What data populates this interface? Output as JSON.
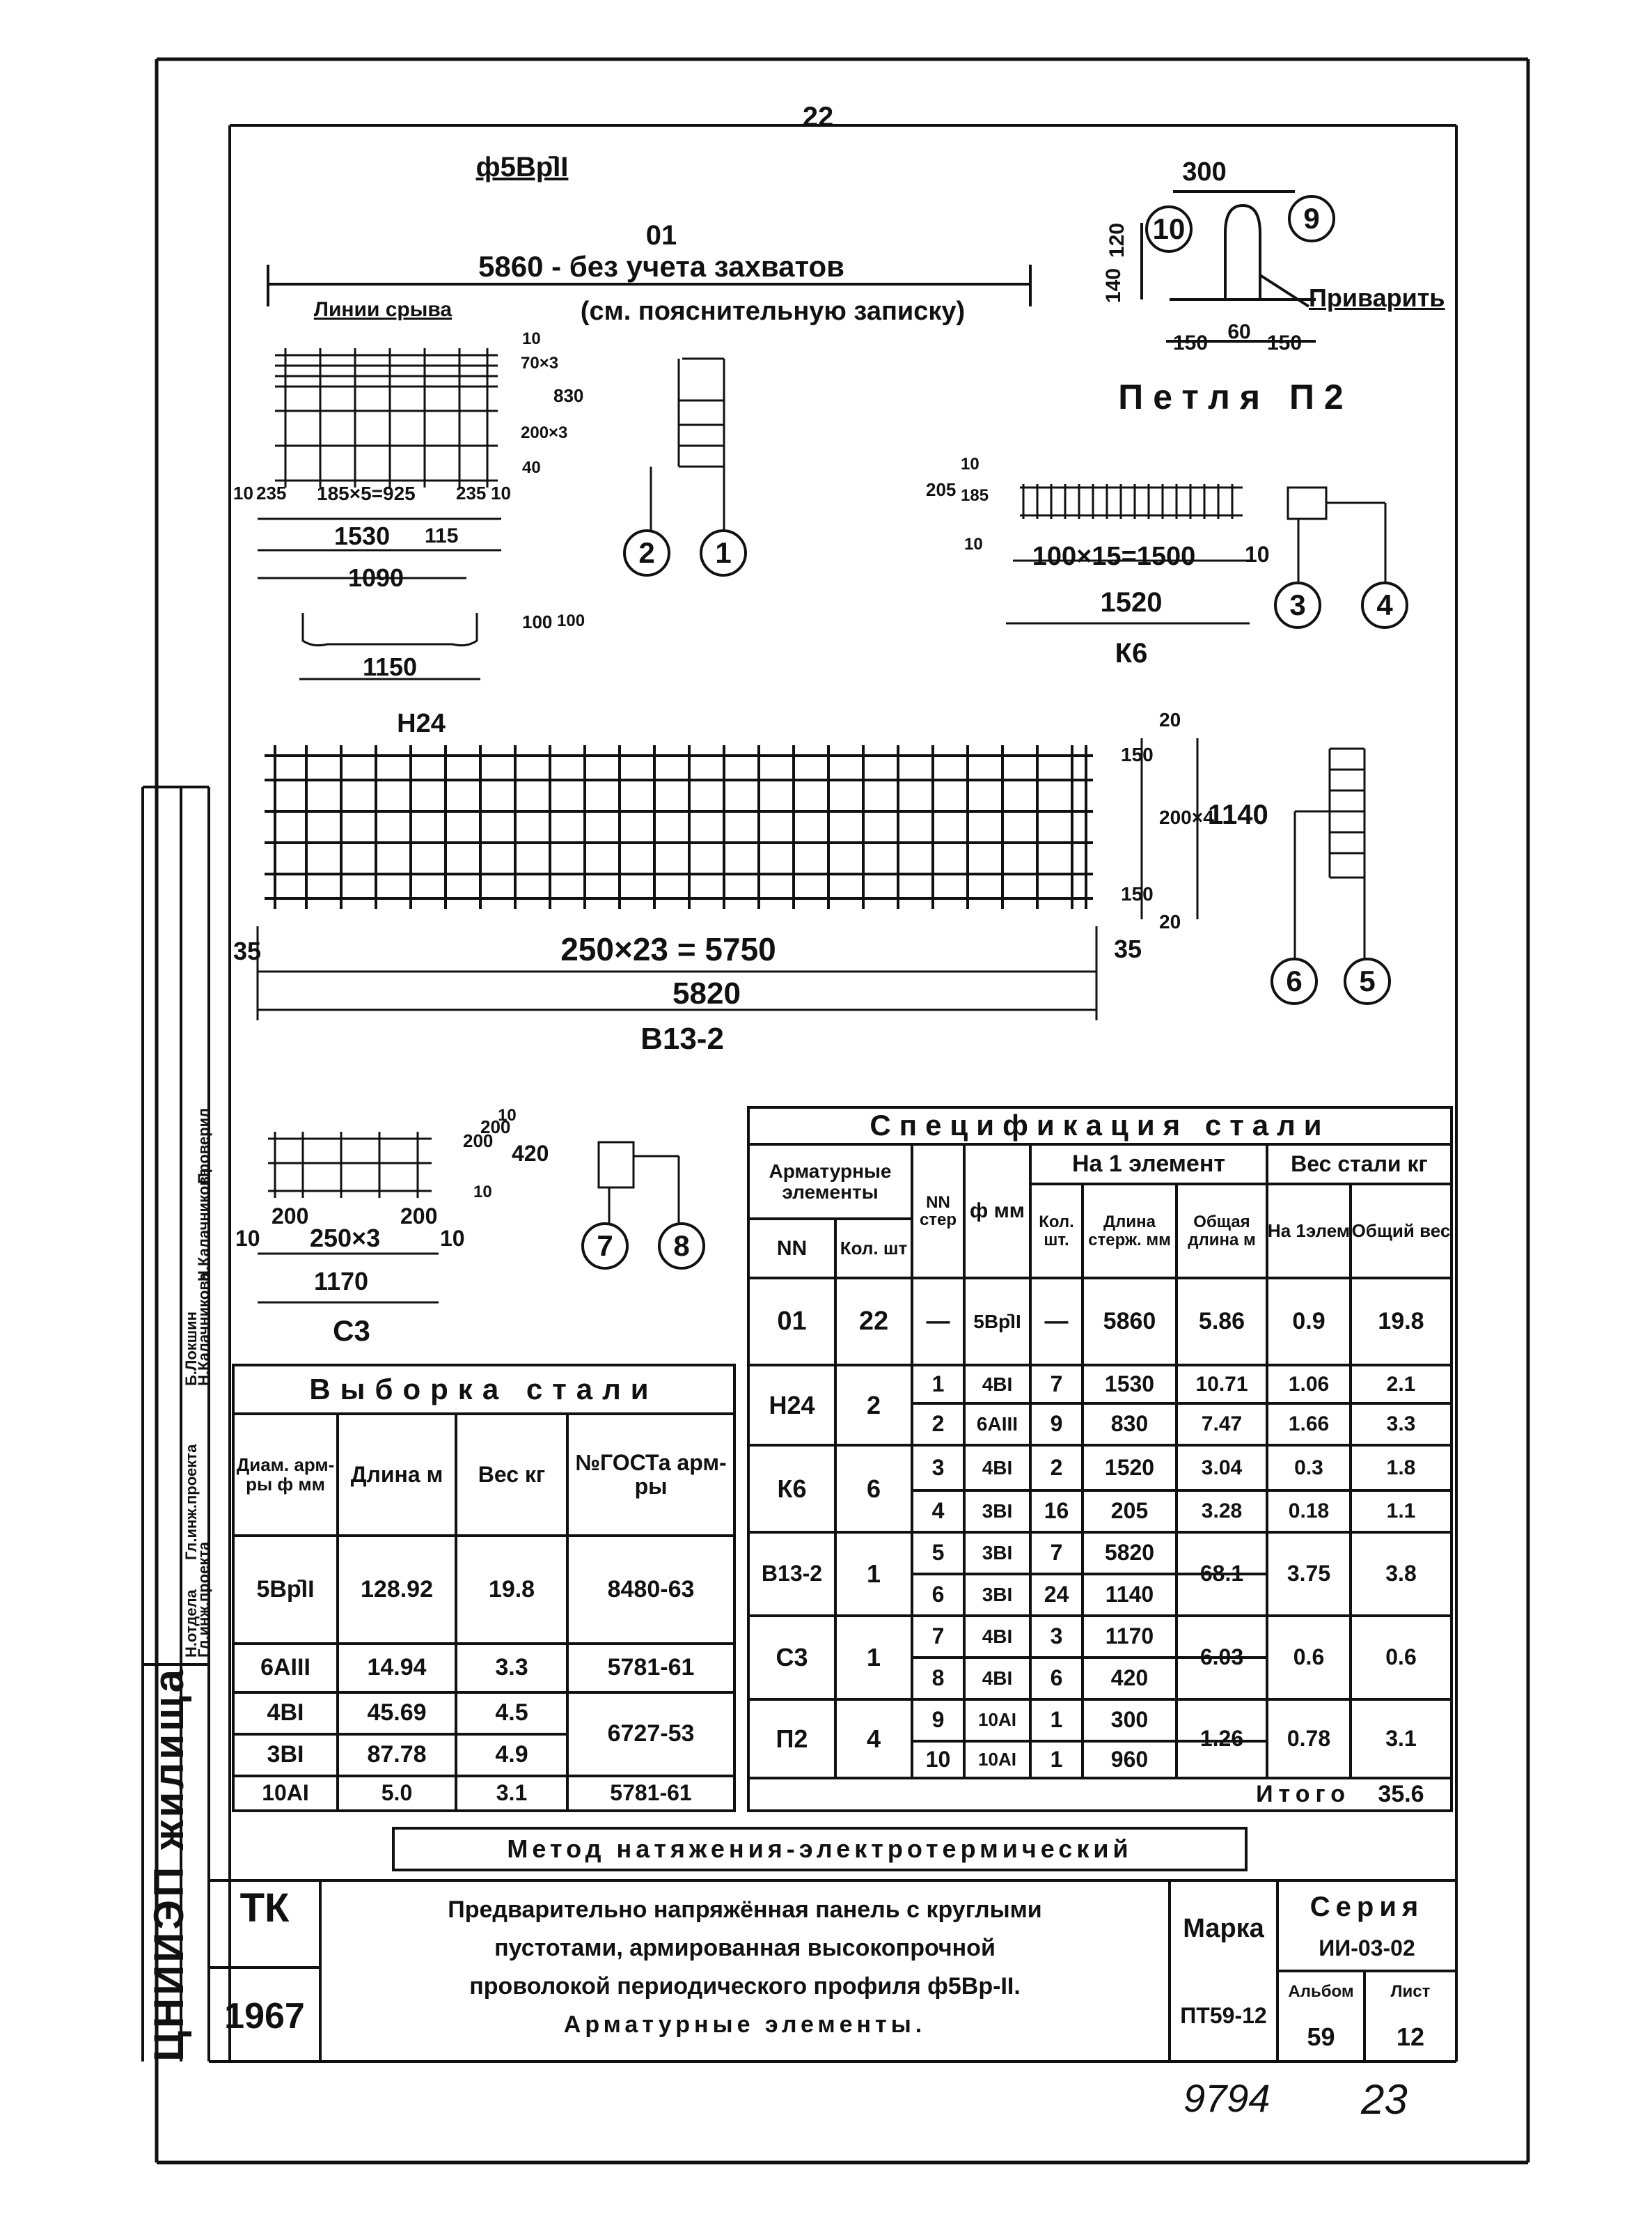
{
  "page": {
    "top_number": "22",
    "handwritten_number": "9794",
    "handwritten_page": "23"
  },
  "drawings": {
    "bar_spec": "ф5Вр̄II",
    "element_01": "01",
    "element_01_length": "5860 - без учета захватов",
    "element_01_note": "(см. пояснительную записку)",
    "cut_lines": "Линии срыва",
    "loop_title": "Петля П2",
    "loop_dims": [
      "300",
      "120",
      "140",
      "150",
      "60",
      "150"
    ],
    "loop_weld": "Приварить",
    "n24_title": "Н24",
    "n24_dims": [
      "10",
      "235",
      "185×5=925",
      "235",
      "10",
      "1530",
      "115",
      "1090",
      "1150",
      "100",
      "40",
      "200×3",
      "70×3",
      "10",
      "830",
      "100"
    ],
    "k6_title": "К6",
    "k6_dims": [
      "205",
      "10",
      "185",
      "10",
      "100×15=1500",
      "10",
      "1520"
    ],
    "b13_title": "В13-2",
    "b13_dims": [
      "35",
      "250×23 = 5750",
      "35",
      "5820",
      "150",
      "20",
      "200×4",
      "1140",
      "150",
      "20"
    ],
    "c3_title": "С3",
    "c3_dims": [
      "10",
      "200",
      "250×3",
      "200",
      "10",
      "1170",
      "200",
      "200",
      "420",
      "10",
      "10"
    ],
    "callouts": [
      "10",
      "9",
      "2",
      "1",
      "3",
      "4",
      "6",
      "5",
      "7",
      "8"
    ]
  },
  "sample_table": {
    "title": "Выборка стали",
    "headers": [
      "Диам. арм-ры ф мм",
      "Длина м",
      "Вес кг",
      "№ГОСТа арм-ры"
    ],
    "rows": [
      [
        "5Вр̄II",
        "128.92",
        "19.8",
        "8480-63"
      ],
      [
        "6АIII",
        "14.94",
        "3.3",
        "5781-61"
      ],
      [
        "4ВI",
        "45.69",
        "4.5",
        "6727-53"
      ],
      [
        "3ВI",
        "87.78",
        "4.9",
        ""
      ],
      [
        "10АI",
        "5.0",
        "3.1",
        "5781-61"
      ]
    ]
  },
  "spec_table": {
    "title": "Спецификация стали",
    "head_elements": "Арматурные элементы",
    "head_nn": "NN",
    "head_qty": "Кол. шт",
    "head_nn_bar": "NN стер",
    "head_dia": "ф мм",
    "head_per_element": "На 1 элемент",
    "head_count": "Кол. шт.",
    "head_bar_length": "Длина стерж. мм",
    "head_total_length": "Общая длина м",
    "head_weight": "Вес стали кг",
    "head_weight_one": "На 1элем",
    "head_weight_total": "Общий вес",
    "groups": [
      {
        "mark": "01",
        "qty": "22",
        "length_m": "5.86",
        "weight_one": "0.9",
        "weight_total": "19.8",
        "bars": [
          {
            "n": "—",
            "dia": "5Вр̄II",
            "count": "—",
            "len": "5860"
          }
        ]
      },
      {
        "mark": "Н24",
        "qty": "2",
        "length_m": "",
        "weight_one": "",
        "weight_total": "",
        "bars": [
          {
            "n": "1",
            "dia": "4ВI",
            "count": "7",
            "len": "1530",
            "tl": "10.71",
            "wo": "1.06",
            "wt": "2.1"
          },
          {
            "n": "2",
            "dia": "6АIII",
            "count": "9",
            "len": "830",
            "tl": "7.47",
            "wo": "1.66",
            "wt": "3.3"
          }
        ]
      },
      {
        "mark": "К6",
        "qty": "6",
        "length_m": "",
        "weight_one": "",
        "weight_total": "",
        "bars": [
          {
            "n": "3",
            "dia": "4ВI",
            "count": "2",
            "len": "1520",
            "tl": "3.04",
            "wo": "0.3",
            "wt": "1.8"
          },
          {
            "n": "4",
            "dia": "3ВI",
            "count": "16",
            "len": "205",
            "tl": "3.28",
            "wo": "0.18",
            "wt": "1.1"
          }
        ]
      },
      {
        "mark": "В13-2",
        "qty": "1",
        "length_m": "68.1",
        "weight_one": "3.75",
        "weight_total": "3.8",
        "bars": [
          {
            "n": "5",
            "dia": "3ВI",
            "count": "7",
            "len": "5820"
          },
          {
            "n": "6",
            "dia": "3ВI",
            "count": "24",
            "len": "1140"
          }
        ]
      },
      {
        "mark": "С3",
        "qty": "1",
        "length_m": "6.03",
        "weight_one": "0.6",
        "weight_total": "0.6",
        "bars": [
          {
            "n": "7",
            "dia": "4ВI",
            "count": "3",
            "len": "1170"
          },
          {
            "n": "8",
            "dia": "4ВI",
            "count": "6",
            "len": "420"
          }
        ]
      },
      {
        "mark": "П2",
        "qty": "4",
        "length_m": "1.26",
        "weight_one": "0.78",
        "weight_total": "3.1",
        "bars": [
          {
            "n": "9",
            "dia": "10АI",
            "count": "1",
            "len": "300"
          },
          {
            "n": "10",
            "dia": "10АI",
            "count": "1",
            "len": "960"
          }
        ]
      }
    ],
    "total_label": "Итого",
    "total_value": "35.6"
  },
  "method": "Метод натяжения-электротермический",
  "title_block": {
    "org": "ТК",
    "year": "1967",
    "description_lines": [
      "Предварительно напряжённая панель с круглыми",
      "пустотами, армированная высокопрочной",
      "проволокой периодического профиля ф5Вр-II.",
      "Арматурные элементы."
    ],
    "marka_label": "Марка",
    "marka_value": "ПТ59-12",
    "series_label": "Серия",
    "series_value": "ИИ-03-02",
    "album_label": "Альбом",
    "album_value": "59",
    "sheet_label": "Лист",
    "sheet_value": "12",
    "stamp_vertical": "ЦНИИЭП жилища",
    "signature_roles": [
      "Н.отдела",
      "Гл.инж.проекта",
      "Гл.инж.проекта",
      "Н.Калачникова",
      "Проверил"
    ],
    "signature_names": [
      "Б.Локшин",
      "Н.Калачникова"
    ]
  }
}
